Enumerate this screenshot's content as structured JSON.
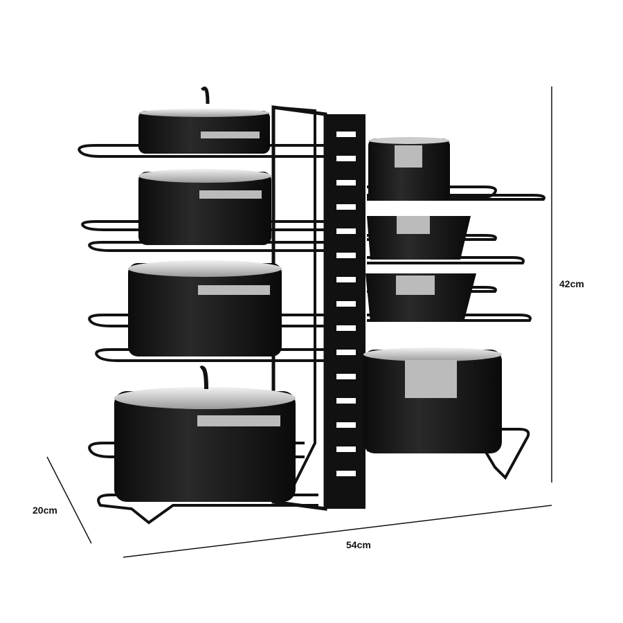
{
  "product": {
    "dimensions": {
      "height": "42cm",
      "depth": "20cm",
      "width": "54cm"
    }
  },
  "colors": {
    "pot": "#1b1b1b",
    "rack": "#111111",
    "lid": "#d9d9d9",
    "handle": "#b0b0b0"
  }
}
